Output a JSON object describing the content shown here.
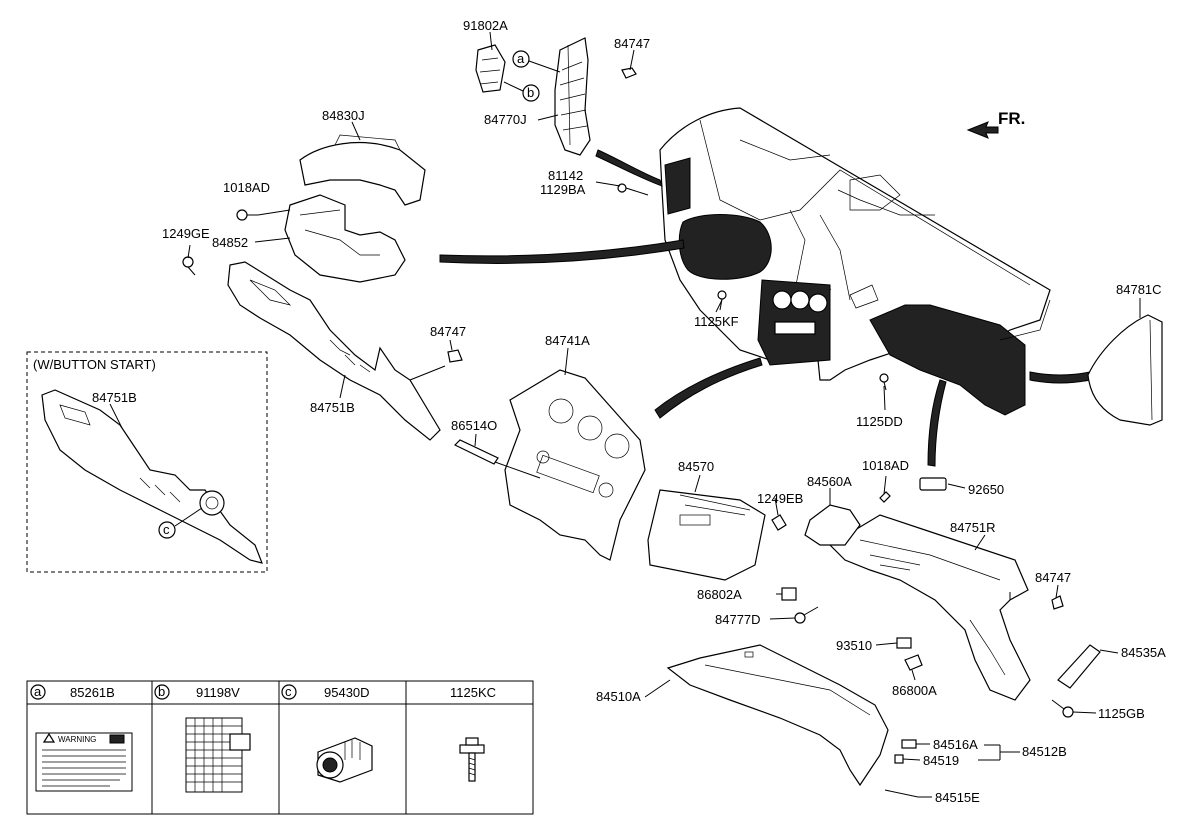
{
  "diagram": {
    "orientation_label": "FR.",
    "inset_title": "(W/BUTTON START)",
    "parts": [
      {
        "id": "p-91802A",
        "label": "91802A"
      },
      {
        "id": "p-84747-top",
        "label": "84747"
      },
      {
        "id": "p-84770J",
        "label": "84770J"
      },
      {
        "id": "p-84830J",
        "label": "84830J"
      },
      {
        "id": "p-1018AD-left",
        "label": "1018AD"
      },
      {
        "id": "p-1249GE",
        "label": "1249GE"
      },
      {
        "id": "p-84852",
        "label": "84852"
      },
      {
        "id": "p-81142",
        "label": "81142"
      },
      {
        "id": "p-1129BA",
        "label": "1129BA"
      },
      {
        "id": "p-1125KF",
        "label": "1125KF"
      },
      {
        "id": "p-84781C",
        "label": "84781C"
      },
      {
        "id": "p-84747-mid",
        "label": "84747"
      },
      {
        "id": "p-84751B-main",
        "label": "84751B"
      },
      {
        "id": "p-84751B-inset",
        "label": "84751B"
      },
      {
        "id": "p-84741A",
        "label": "84741A"
      },
      {
        "id": "p-86514O",
        "label": "86514O"
      },
      {
        "id": "p-1125DD",
        "label": "1125DD"
      },
      {
        "id": "p-84570",
        "label": "84570"
      },
      {
        "id": "p-1018AD-right",
        "label": "1018AD"
      },
      {
        "id": "p-84560A",
        "label": "84560A"
      },
      {
        "id": "p-92650",
        "label": "92650"
      },
      {
        "id": "p-1249EB",
        "label": "1249EB"
      },
      {
        "id": "p-84751R",
        "label": "84751R"
      },
      {
        "id": "p-86802A",
        "label": "86802A"
      },
      {
        "id": "p-84747-right",
        "label": "84747"
      },
      {
        "id": "p-84777D",
        "label": "84777D"
      },
      {
        "id": "p-93510",
        "label": "93510"
      },
      {
        "id": "p-84535A",
        "label": "84535A"
      },
      {
        "id": "p-86800A",
        "label": "86800A"
      },
      {
        "id": "p-84510A",
        "label": "84510A"
      },
      {
        "id": "p-1125GB",
        "label": "1125GB"
      },
      {
        "id": "p-84516A",
        "label": "84516A"
      },
      {
        "id": "p-84512B",
        "label": "84512B"
      },
      {
        "id": "p-84519",
        "label": "84519"
      },
      {
        "id": "p-84515E",
        "label": "84515E"
      }
    ],
    "callouts": {
      "a": "a",
      "b": "b",
      "c": "c"
    }
  },
  "legend_table": {
    "columns": [
      {
        "letter": "a",
        "part": "85261B"
      },
      {
        "letter": "b",
        "part": "91198V"
      },
      {
        "letter": "c",
        "part": "95430D"
      },
      {
        "letter": "",
        "part": "1125KC"
      }
    ],
    "warning_label_text": "WARNING"
  }
}
